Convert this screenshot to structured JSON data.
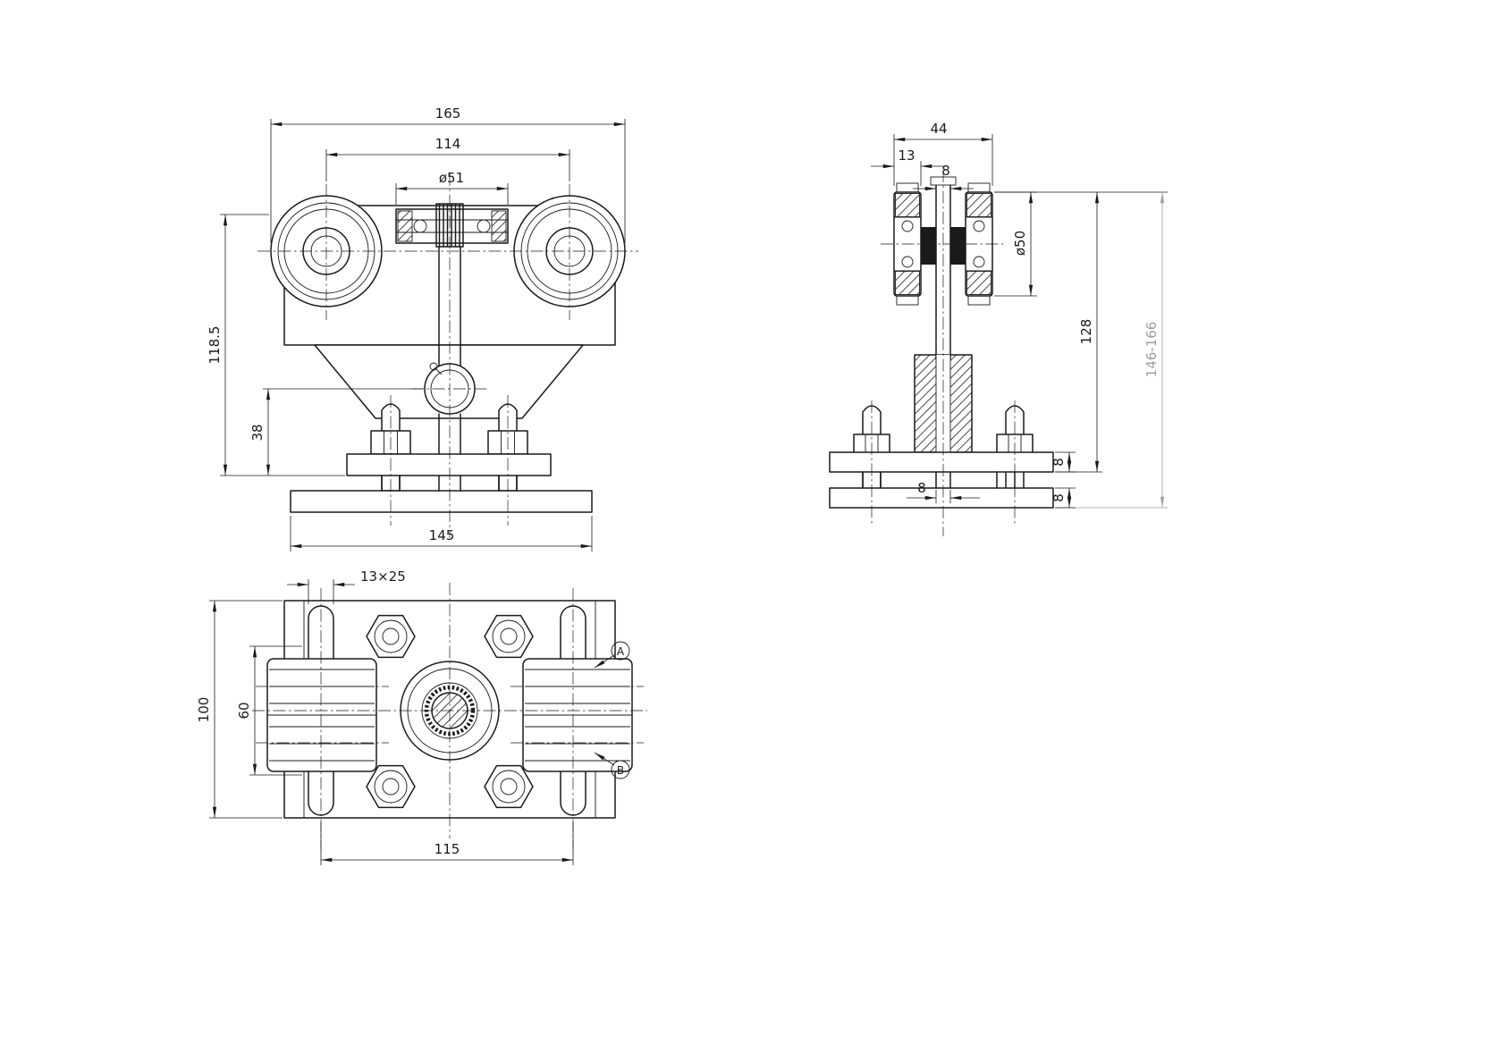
{
  "colors": {
    "ink": "#1a1a1a",
    "dim_gray": "#9e9e9e",
    "paper": "#ffffff"
  },
  "front_view": {
    "dims": {
      "overall_width": "165",
      "wheel_center_distance": "114",
      "bearing_diameter": "ø51",
      "overall_height": "118.5",
      "hub_to_plate": "38",
      "base_plate_width": "145"
    }
  },
  "side_view": {
    "dims": {
      "wheel_assembly_width": "44",
      "wheel_width": "13",
      "stud_width_top": "8",
      "wheel_diameter": "ø50",
      "mount_height": "128",
      "adjustable_height_range": "146-166",
      "top_plate_thickness": "8",
      "bottom_plate_thickness": "8",
      "stud_width_bottom": "8"
    }
  },
  "top_view": {
    "dims": {
      "slot_size": "13×25",
      "plate_depth": "100",
      "inner_spacing": "60",
      "slot_center_distance": "115"
    },
    "labels": {
      "datum_a": "A",
      "datum_b": "B"
    }
  }
}
